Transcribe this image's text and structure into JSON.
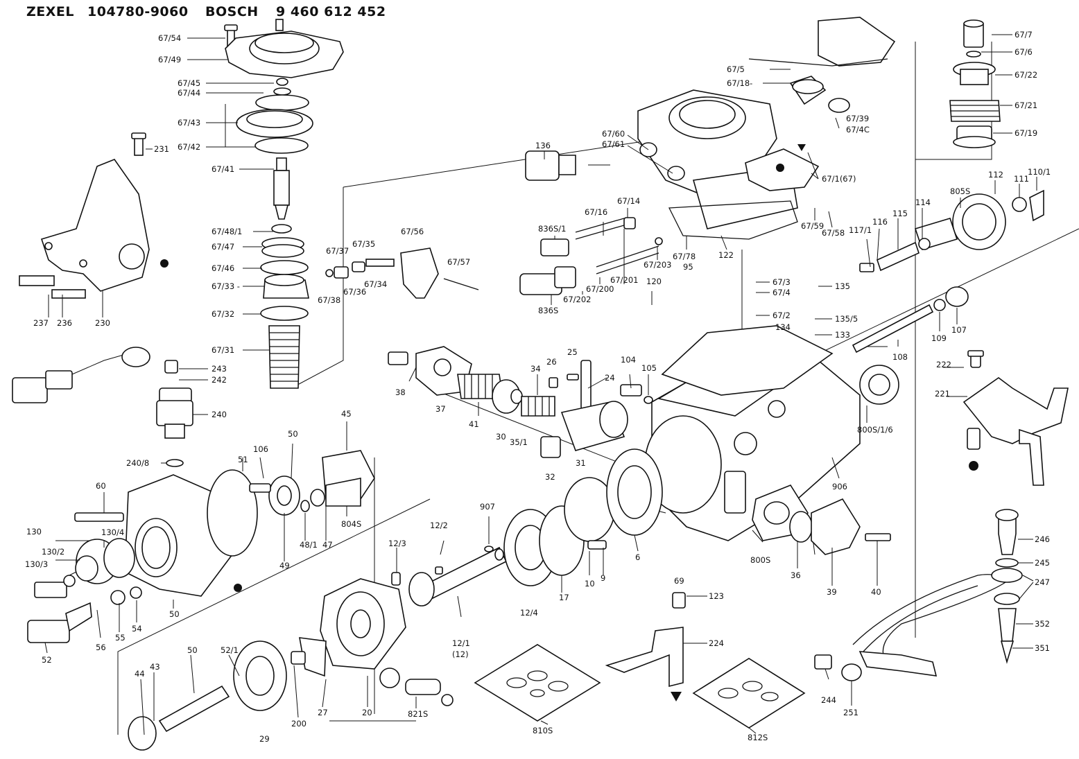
{
  "header": {
    "brand1": "ZEXEL",
    "part_no1": "104780-9060",
    "brand2": "BOSCH",
    "part_no2": "9 460 612 452"
  },
  "labels": {
    "l_67_54": "67/54",
    "l_67_49": "67/49",
    "l_67_45": "67/45",
    "l_67_44": "67/44",
    "l_67_43": "67/43",
    "l_67_42": "67/42",
    "l_67_41": "67/41",
    "l_67_48_1": "67/48/1",
    "l_67_47": "67/47",
    "l_67_46": "67/46",
    "l_67_33": "67/33 -",
    "l_67_32": "67/32",
    "l_67_31": "67/31",
    "l_231": "231",
    "l_237": "237",
    "l_236": "236",
    "l_230": "230",
    "l_243": "243",
    "l_242": "242",
    "l_240": "240",
    "l_240_8": "240/8",
    "l_67_37": "67/37",
    "l_67_35": "67/35",
    "l_67_38": "67/38",
    "l_67_36": "67/36",
    "l_67_34": "67/34",
    "l_67_56": "67/56",
    "l_67_57": "67/57",
    "l_136": "136",
    "l_67_60": "67/60",
    "l_67_61": "67/61",
    "l_67_5": "67/5",
    "l_67_18": "67/18-",
    "l_67_39": "67/39",
    "l_67_40": "67/4C",
    "l_67_1": "67/1(67)",
    "l_67_7": "67/7",
    "l_67_6": "67/6",
    "l_67_22": "67/22",
    "l_67_21": "67/21",
    "l_67_19": "67/19",
    "l_110_1": "110/1",
    "l_111": "111",
    "l_112": "112",
    "l_805s": "805S",
    "l_114": "114",
    "l_115": "115",
    "l_116": "116",
    "l_117_1": "117/1",
    "l_67_16": "67/16",
    "l_67_14": "67/14",
    "l_836s_1": "836S/1",
    "l_836s": "836S",
    "l_67_59": "67/59",
    "l_67_58": "67/58",
    "l_67_201": "67/201",
    "l_67_200": "67/200",
    "l_67_202": "67/202",
    "l_67_203": "67/203",
    "l_67_78": "67/78",
    "l_95": "95",
    "l_122": "122",
    "l_120": "120",
    "l_67_3": "67/3",
    "l_67_4": "67/4",
    "l_67_2": "67/2",
    "l_135": "135",
    "l_135_5": "135/5",
    "l_134": "134",
    "l_133": "133",
    "l_109": "109",
    "l_107": "107",
    "l_108": "108",
    "l_222": "222",
    "l_221": "221",
    "l_38": "38",
    "l_37": "37",
    "l_41": "41",
    "l_30": "30",
    "l_35_1": "35/1",
    "l_34": "34",
    "l_26": "26",
    "l_25": "25",
    "l_24": "24",
    "l_104": "104",
    "l_105": "105",
    "l_31": "31",
    "l_32": "32",
    "l_800s_1_6": "800S/1/6",
    "l_906": "906",
    "l_45": "45",
    "l_50a": "50",
    "l_51": "51",
    "l_106": "106",
    "l_804s": "804S",
    "l_60": "60",
    "l_130": "130",
    "l_130_4": "130/4",
    "l_130_2": "130/2",
    "l_130_3": "130/3",
    "l_48_1": "48/1",
    "l_47": "47",
    "l_49": "49",
    "l_50b": "50",
    "l_54": "54",
    "l_55": "55",
    "l_56": "56",
    "l_52": "52",
    "l_907": "907",
    "l_12_2": "12/2",
    "l_12_3": "12/3",
    "l_17": "17",
    "l_12_4": "12/4",
    "l_10": "10",
    "l_9": "9",
    "l_6": "6",
    "l_12_1": "12/1",
    "l_12_1b": "(12)",
    "l_800s": "800S",
    "l_36": "36",
    "l_39": "39",
    "l_40": "40",
    "l_246": "246",
    "l_245": "245",
    "l_247": "247",
    "l_352": "352",
    "l_351": "351",
    "l_52_1": "52/1",
    "l_50c": "50",
    "l_44": "44",
    "l_43": "43",
    "l_200": "200",
    "l_27": "27",
    "l_20": "20",
    "l_821s": "821S",
    "l_29": "29",
    "l_810s": "810S",
    "l_69": "69",
    "l_123": "123",
    "l_224": "224",
    "l_812s": "812S",
    "l_244": "244",
    "l_251": "251"
  }
}
